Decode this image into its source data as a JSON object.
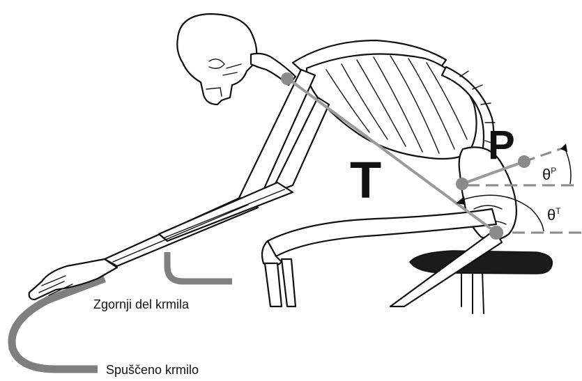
{
  "labels": {
    "trunk": "T",
    "pelvis": "P",
    "theta_p": "θ",
    "theta_p_sup": "P",
    "theta_t": "θ",
    "theta_t_sup": "T",
    "upper_bar": "Zgornji del krmila",
    "drop_bar": "Spuščeno krmilo"
  },
  "colors": {
    "marker": "#8a8a8a",
    "segment_line": "#9a9a9a",
    "handlebar": "#7f7f7f",
    "outline": "#111111",
    "saddle": "#1a1a1a"
  }
}
